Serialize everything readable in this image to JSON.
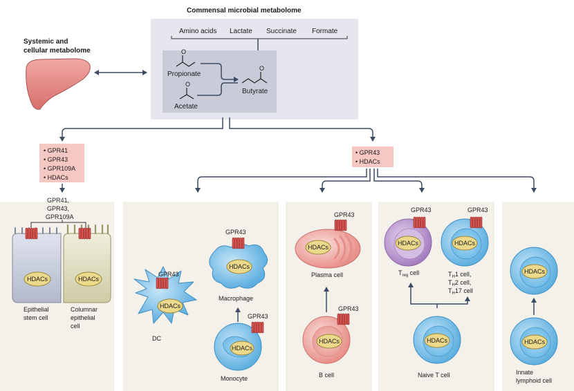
{
  "top": {
    "title": "Commensal microbial metabolome",
    "sources": [
      "Amino acids",
      "Lactate",
      "Succinate",
      "Formate"
    ],
    "propionate": "Propionate",
    "acetate": "Acetate",
    "butyrate": "Butyrate"
  },
  "systemic": {
    "title_line1": "Systemic and",
    "title_line2": "cellular metabolome"
  },
  "left_box": {
    "items": [
      "• GPR41",
      "• GPR43",
      "• GPR109A",
      "• HDACs"
    ]
  },
  "right_box": {
    "items": [
      "• GPR43",
      "• HDACs"
    ]
  },
  "epithelium": {
    "receptors_line1": "GPR41,",
    "receptors_line2": "GPR43,",
    "receptors_line3": "GPR109A",
    "hdacs": "HDACs",
    "stem_line1": "Epithelial",
    "stem_line2": "stem cell",
    "col_line1": "Columnar",
    "col_line2": "epithelial",
    "col_line3": "cell"
  },
  "myeloid": {
    "gpr43": "GPR43",
    "hdacs": "HDACs",
    "dc": "DC",
    "macrophage": "Macrophage",
    "monocyte": "Monocyte"
  },
  "bcell": {
    "gpr43": "GPR43",
    "hdacs": "HDACs",
    "plasma": "Plasma cell",
    "b": "B cell"
  },
  "tcell": {
    "gpr43": "GPR43",
    "hdacs": "HDACs",
    "treg_T": "T",
    "treg_sub": "reg",
    "treg_suffix": " cell",
    "th_T": "T",
    "th_sub": "H",
    "th_1": "1 cell,",
    "th_2": "2 cell,",
    "th_17": "17 cell",
    "naive": "Naive T cell"
  },
  "ilc": {
    "hdacs": "HDACs",
    "line1": "Innate",
    "line2": "lymphoid cell"
  },
  "colors": {
    "arrow": "#3b4b63",
    "panel_top": "#e6e7ee",
    "panel_inner": "#c9ccd8",
    "panel_bottom": "#f3f1e9",
    "pink_box": "#f6c8c4",
    "liver": "#e78b88",
    "receptor": "#d9534f",
    "hdac": "#ecd98c",
    "blue_cell": "#8fc8ea",
    "purple_cell": "#c7a8d8",
    "pink_cell": "#f2b8b3"
  }
}
